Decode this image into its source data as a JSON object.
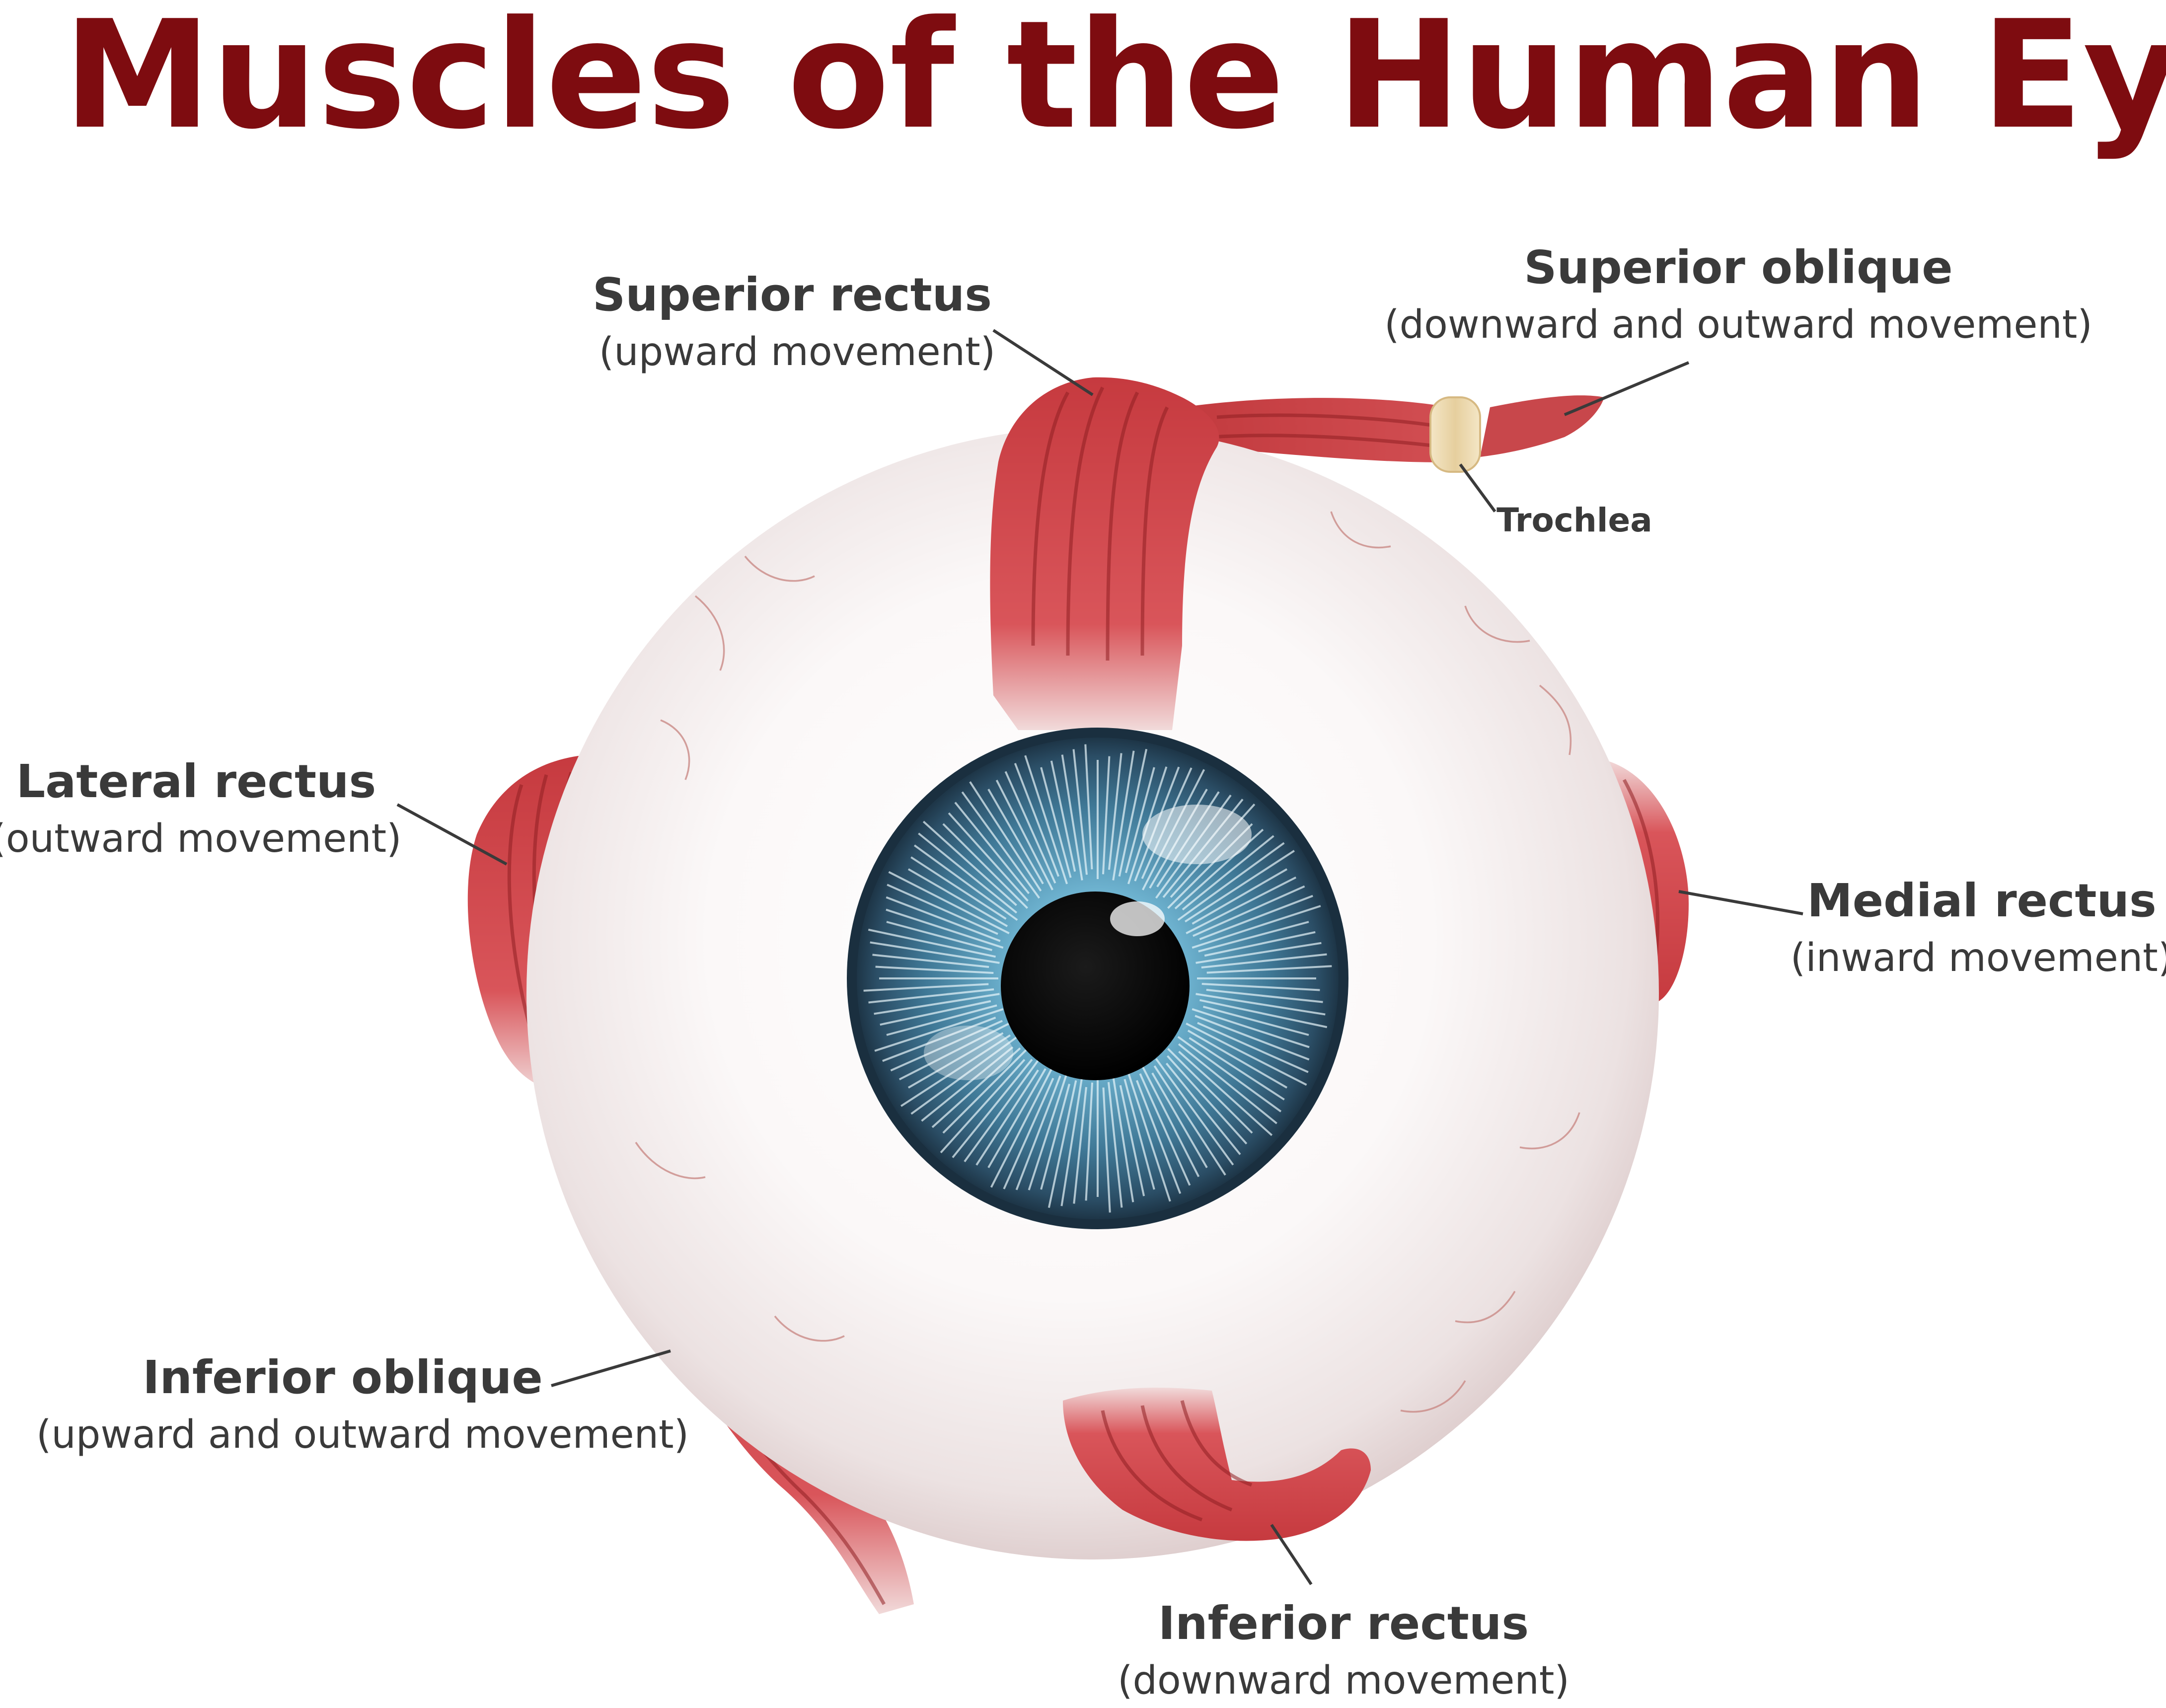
{
  "title": "Muscles of the Human Eye",
  "colors": {
    "title": "#7e0c10",
    "label_text": "#3a3a3a",
    "muscle": "#d2464a",
    "muscle_dark": "#a42a2e",
    "sclera": "#f2eeee",
    "iris": "#3f6f8a",
    "pupil": "#050505",
    "trochlea": "#ead7b0"
  },
  "labels": {
    "superior_rectus": {
      "name": "Superior rectus",
      "desc": "(upward movement)"
    },
    "superior_oblique": {
      "name": "Superior oblique",
      "desc": "(downward and outward movement)"
    },
    "trochlea": {
      "name": "Trochlea"
    },
    "lateral_rectus": {
      "name": "Lateral rectus",
      "desc": "(outward movement)"
    },
    "medial_rectus": {
      "name": "Medial rectus",
      "desc": "(inward movement)"
    },
    "inferior_oblique": {
      "name": "Inferior oblique",
      "desc": "(upward and outward movement)"
    },
    "inferior_rectus": {
      "name": "Inferior rectus",
      "desc": "(downward movement)"
    }
  }
}
